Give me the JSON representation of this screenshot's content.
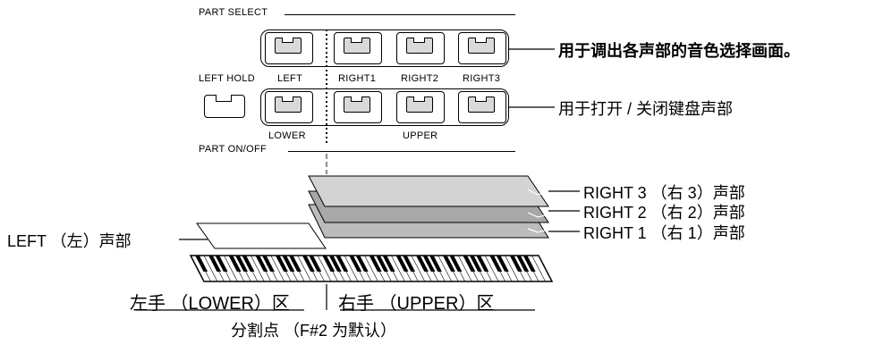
{
  "panel": {
    "part_select_label": "PART SELECT",
    "part_onoff_label": "PART ON/OFF",
    "left_hold_label": "LEFT HOLD",
    "lower_label": "LOWER",
    "upper_label": "UPPER",
    "buttons": [
      "LEFT",
      "RIGHT1",
      "RIGHT2",
      "RIGHT3"
    ]
  },
  "callouts": {
    "select_voice": "用于调出各声部的音色选择画面。",
    "on_off": "用于打开 / 关闭键盘声部"
  },
  "layers": {
    "right3": "RIGHT 3 （右 3）声部",
    "right2": "RIGHT 2 （右 2）声部",
    "right1": "RIGHT 1 （右 1）声部",
    "left": "LEFT （左）声部"
  },
  "zones": {
    "left_hand": "左手 （LOWER）区",
    "right_hand": "右手 （UPPER）区",
    "split_point": "分割点 （F#2 为默认）"
  },
  "colors": {
    "layer_right3": "#d3d3d3",
    "layer_right2": "#a8a8a8",
    "layer_right1": "#bcbcbc",
    "cap": "#d9d9d9"
  }
}
